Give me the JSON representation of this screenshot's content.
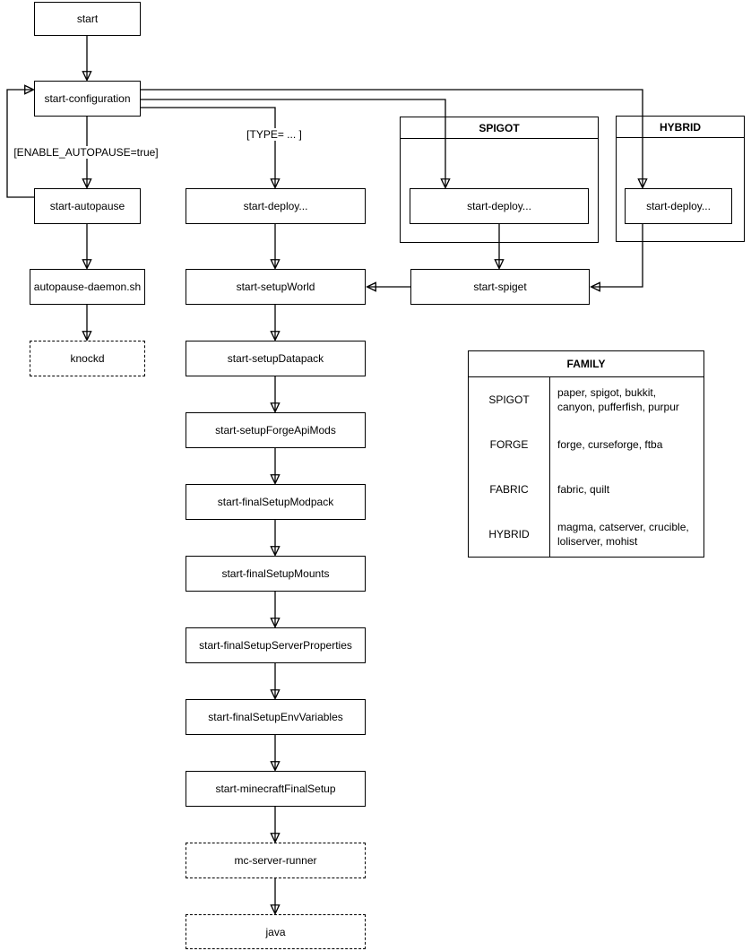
{
  "diagram": {
    "nodes": {
      "start": "start",
      "start_configuration": "start-configuration",
      "start_autopause": "start-autopause",
      "autopause_daemon": "autopause-daemon.sh",
      "knockd": "knockd",
      "start_deploy": "start-deploy...",
      "start_setup_world": "start-setupWorld",
      "start_setup_datapack": "start-setupDatapack",
      "start_setup_forge_api_mods": "start-setupForgeApiMods",
      "start_final_setup_modpack": "start-finalSetupModpack",
      "start_final_setup_mounts": "start-finalSetupMounts",
      "start_final_setup_server_properties": "start-finalSetupServerProperties",
      "start_final_setup_env_variables": "start-finalSetupEnvVariables",
      "start_minecraft_final_setup": "start-minecraftFinalSetup",
      "mc_server_runner": "mc-server-runner",
      "java": "java",
      "spigot_deploy": "start-deploy...",
      "hybrid_deploy": "start-deploy...",
      "start_spiget": "start-spiget"
    },
    "containers": {
      "spigot": "SPIGOT",
      "hybrid": "HYBRID"
    },
    "edge_labels": {
      "autopause_condition": "[ENABLE_AUTOPAUSE=true]",
      "type_condition": "[TYPE= ... ]"
    },
    "family_table": {
      "title": "FAMILY",
      "rows": [
        {
          "family": "SPIGOT",
          "members": "paper, spigot, bukkit, canyon, pufferfish, purpur"
        },
        {
          "family": "FORGE",
          "members": "forge, curseforge, ftba"
        },
        {
          "family": "FABRIC",
          "members": "fabric, quilt"
        },
        {
          "family": "HYBRID",
          "members": "magma, catserver, crucible, loliserver, mohist"
        }
      ]
    },
    "colors": {
      "stroke": "#000000",
      "background": "#ffffff",
      "text": "#000000"
    }
  }
}
